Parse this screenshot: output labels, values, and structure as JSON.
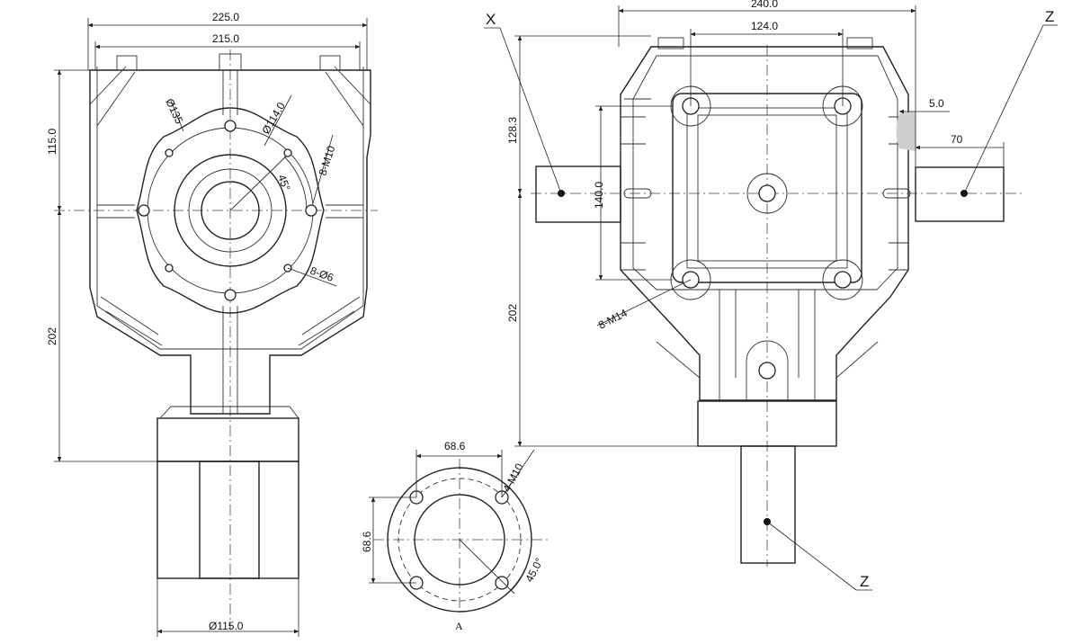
{
  "dimensions": {
    "left_width_outer": "225.0",
    "left_width_inner": "215.0",
    "left_height_upper": "115.0",
    "left_height_total": "202",
    "dia_135": "Ø135",
    "dia_114": "Ø114.0",
    "thread_m10": "8-M10",
    "angle_45": "45°",
    "holes_6": "8-Ø6",
    "dia_115": "Ø115.0",
    "right_width": "240.0",
    "right_bolt_spacing": "124.0",
    "right_height_upper": "128.3",
    "right_bolt_vertical": "140.0",
    "right_height_total": "202",
    "thread_m14": "8-M14",
    "offset_5": "5.0",
    "shaft_70": "70",
    "flange_h": "68.6",
    "flange_v": "68.6",
    "flange_thread": "4-M10",
    "flange_angle": "45.0°"
  },
  "labels": {
    "x": "X",
    "z_top": "Z",
    "z_bottom": "Z",
    "view_a": "A"
  }
}
